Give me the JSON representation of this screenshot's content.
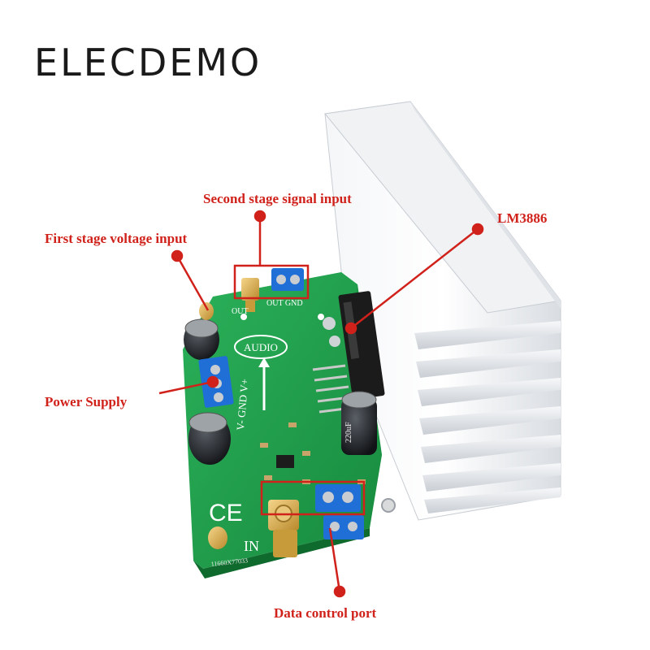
{
  "brand": "ELECDEMO",
  "callouts": {
    "second_stage": "Second stage signal input",
    "first_stage": "First stage voltage input",
    "lm3886": "LM3886",
    "power_supply": "Power Supply",
    "data_control": "Data control port"
  },
  "board_silkscreen": {
    "audio": "AUDIO",
    "out": "OUT",
    "out_gnd": "OUT GND",
    "power_pins": "V- GND V+",
    "in": "IN",
    "ce": "CE",
    "cap": "220uF",
    "serial": "11660X77033"
  },
  "colors": {
    "callout": "#d0211b",
    "pcb": "#1f9a4a",
    "terminal": "#1f6fd6",
    "heatsink": "#e6eaee"
  }
}
